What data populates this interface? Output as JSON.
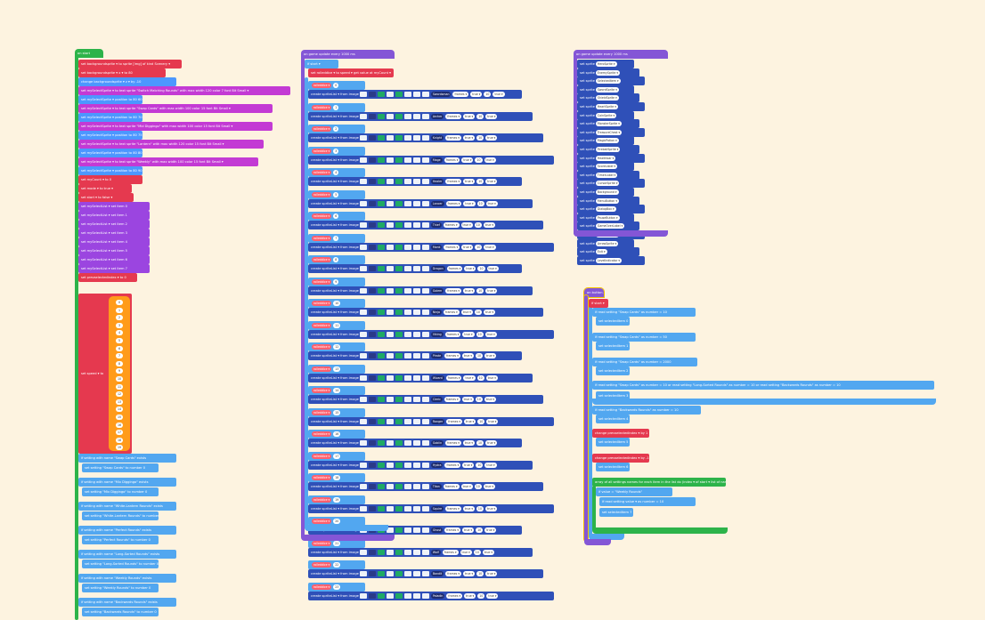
{
  "stacks": {
    "on_start": {
      "header": "on start",
      "var_blocks": [
        "set backgroundsprite ▾ to sprite [img] of kind Scenery ▾",
        "set backgroundsprite ▾ x ▾ to 80",
        "change backgroundsprite ▾ z ▾ by -10",
        "set mySelectSprite ▾ to text sprite \"Switch Matching Rounds\" with max width 120 color 7 font Bit Small ▾",
        "set mySelectSprite ▾ position to 80 60",
        "set mySelectSprite ▾ to text sprite \"Swap Cards\" with max width 100 color 15 font Bit Small ▾",
        "set mySelectSprite ▾ position to 80 70",
        "set mySelectSprite ▾ to text sprite \"Mid Diggingo\" with max width 100 color 15 font Bit Small ▾",
        "set mySelectSprite ▾ position to 80 75",
        "set mySelectSprite ▾ to text sprite \"Lantern\" with max width 120 color 15 font Bit Small ▾",
        "set mySelectSprite ▾ position to 80 80",
        "set mySelectSprite ▾ to text sprite \"Weekly\" with max width 100 color 15 font Bit Small ▾",
        "set mySelectSprite ▾ position to 80 90",
        "set myCount ▾ to 0",
        "set mode ▾ to true ▾",
        "set start ▾ to false ▾",
        "set mySelectList ▾ set item 0",
        "set mySelectList ▾ set item 1",
        "set mySelectList ▾ set item 2",
        "set mySelectList ▾ set item 3",
        "set mySelectList ▾ set item 4",
        "set mySelectList ▾ set item 5",
        "set mySelectList ▾ set item 6",
        "set mySelectList ▾ set item 7",
        "set prevselectedindex ▾ to 0"
      ],
      "array_label": "set speed ▾ to",
      "array_values": [
        "0",
        "1",
        "2",
        "3",
        "4",
        "5",
        "6",
        "7",
        "8",
        "9",
        "10",
        "11",
        "12",
        "13",
        "14",
        "15",
        "16",
        "17",
        "18",
        "19"
      ],
      "setting_blocks": [
        "if setting with name \"Swap Cards\" exists",
        "set setting \"Swap Cards\" to number 0",
        "if setting with name \"Mix Diggingo\" exists",
        "set setting \"Mix Diggingo\" to number 0",
        "if setting with name \"White-Lantern Rounds\" exists",
        "set setting \"White-Lantern Rounds\" to number 0",
        "if setting with name \"Perfect Rounds\" exists",
        "set setting \"Perfect Rounds\" to number 0",
        "if setting with name \"Long-Sorted Rounds\" exists",
        "set setting \"Long-Sorted Rounds\" to number 0",
        "if setting with name \"Weekly Rounds\" exists",
        "set setting \"Weekly Rounds\" to number 0",
        "if setting with name \"Backwards Rounds\" exists",
        "set setting \"Backwards Rounds\" to number 0"
      ]
    },
    "middle": {
      "header": "on game update every 1000 ms",
      "top_rows": [
        "if start ▾",
        "set rolleddice ▾ to speed ▾ get value at myCount ▾"
      ],
      "row_label": "create spriteList ▾ from image",
      "names": [
        "Swordsman",
        "Archer",
        "Knight",
        "Mage",
        "Healer",
        "Lancer",
        "Thief",
        "Monk",
        "Dragon",
        "Golem",
        "Ninja",
        "Viking",
        "Pirate",
        "Wizard",
        "Cleric",
        "Ranger",
        "Goblin",
        "Hydra",
        "Titan",
        "Squire",
        "Ghost",
        "Wolf",
        "Bandit",
        "Paladin"
      ],
      "controls": [
        "frames ▾",
        "true ▾",
        "10",
        "true ▾"
      ]
    },
    "right_top": {
      "header": "on game update every 1000 ms",
      "entries": [
        "HeroSprite ▾",
        "EnemySprite ▾",
        "SelectedItem ▾",
        "SwordSprite ▾",
        "ShieldSprite ▾",
        "HeartSprite ▾",
        "CoinSprite ▾",
        "MonsterSprite ▾",
        "TreasureChest ▾",
        "MagicPotion ▾",
        "FireballSprite ▾",
        "Healthbar ▾",
        "ScoreLabel ▾",
        "TimerLabel ▾",
        "CursorSprite ▾",
        "Background ▾",
        "MenuButton ▾",
        "DialogBox ▾",
        "PauseButton ▾",
        "GameOverLabel ▾",
        "WinnerLabel ▾",
        "ArrowSprite ▾",
        "Exit ▾",
        "LevelIndicator ▾"
      ],
      "entry_prefix": "set sprite"
    },
    "right_bottom": {
      "header": "on button A",
      "blocks": [
        "if start ▾",
        "if read setting \"Swap Cards\" as number = 10",
        "set selectedItem 0",
        "if read setting \"Swap Cards\" as number = 50",
        "set selectedItem 1",
        "if read setting \"Swap Cards\" as number = 2000",
        "set selectedItem 2",
        "if read setting \"Swap Cards\" as number = 10 or read setting \"Long-Sorted Rounds\" as number = 10 or read setting \"Backwards Rounds\" as number = 10",
        "set selectedItem 3",
        "if read setting \"Backwards Rounds\" as number = 10",
        "set selectedItem 4",
        "change prevselectedindex ▾ by 1",
        "set selectedItem 5",
        "change prevselectedindex ▾ by -1",
        "set selectedItem 6",
        "array of all settings names for each item in the list do (index ▾ of start ▾ list of names)",
        "if value = \"Weekly Rounds\"",
        "if read setting value ▾ as number = 10",
        "set selectedItem 7"
      ]
    }
  }
}
